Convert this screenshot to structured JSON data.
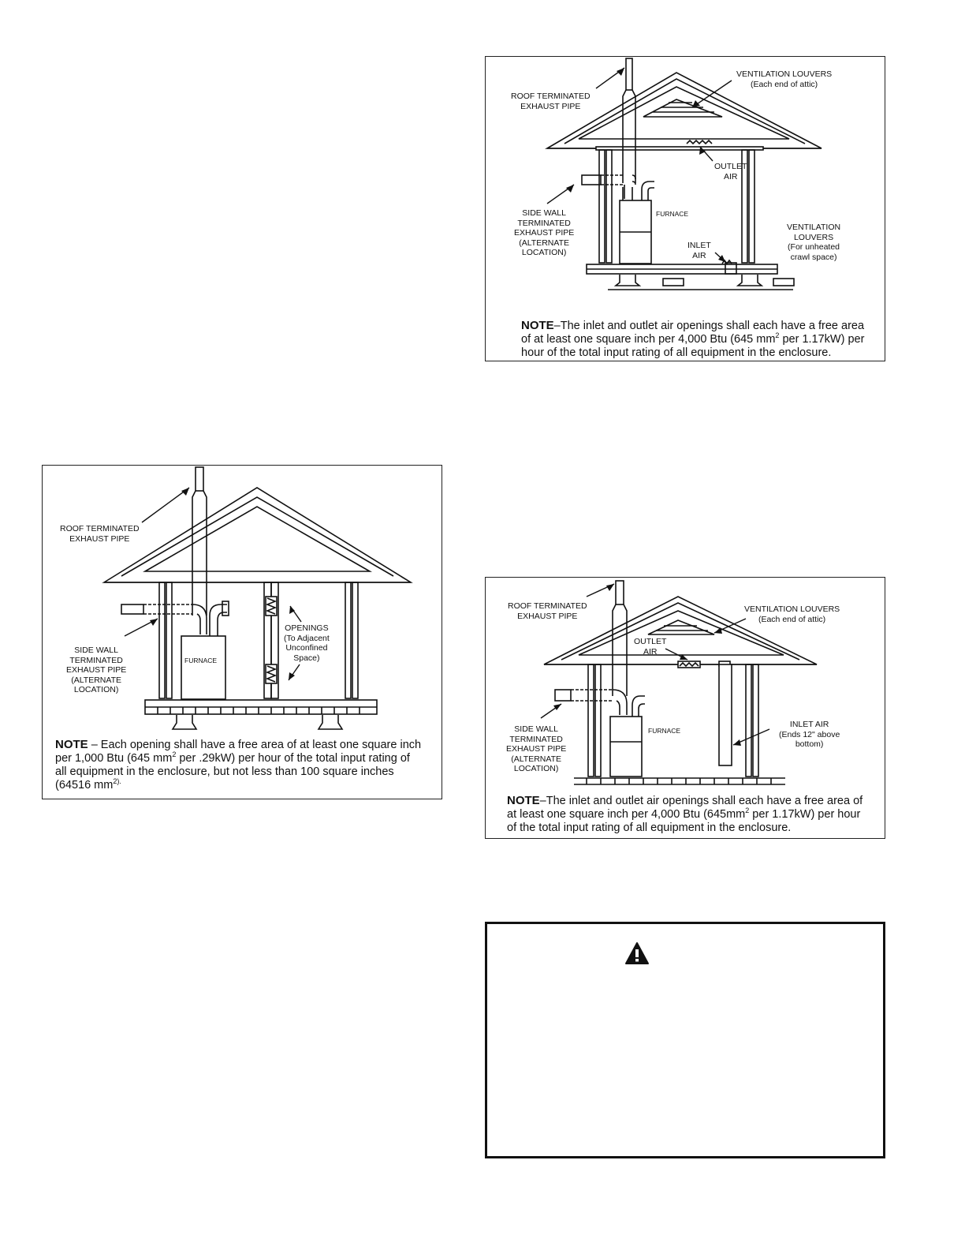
{
  "figure_top": {
    "roof_exhaust": [
      "ROOF TERMINATED",
      "EXHAUST PIPE"
    ],
    "vent_louvers": [
      "VENTILATION LOUVERS",
      "(Each end of attic)"
    ],
    "outlet_air": [
      "OUTLET",
      "AIR"
    ],
    "side_wall": [
      "SIDE WALL",
      "TERMINATED",
      "EXHAUST PIPE",
      "(ALTERNATE",
      "LOCATION)"
    ],
    "furnace": "FURNACE",
    "inlet_air": [
      "INLET",
      "AIR"
    ],
    "crawl_louvers": [
      "VENTILATION",
      "LOUVERS",
      "(For unheated",
      "crawl space)"
    ],
    "note_label": "NOTE",
    "note_line1": "–The inlet and outlet air openings shall each have a free area",
    "note_line2a": "of at least one square inch per 4,000 Btu (645 mm",
    "note_sup": "2",
    "note_line2b": " per 1.17kW) per",
    "note_line3": "hour of the total input rating of all equipment in the enclosure."
  },
  "figure_left": {
    "roof_exhaust": [
      "ROOF TERMINATED",
      "EXHAUST PIPE"
    ],
    "openings": [
      "OPENINGS",
      "(To Adjacent",
      "Unconfined",
      "Space)"
    ],
    "side_wall": [
      "SIDE WALL",
      "TERMINATED",
      "EXHAUST PIPE",
      "(ALTERNATE",
      "LOCATION)"
    ],
    "furnace": "FURNACE",
    "note_label": "NOTE",
    "note_line1": " – Each opening shall have a free area of at least one square inch",
    "note_line2a": "per 1,000 Btu (645 mm",
    "note_sup": "2",
    "note_line2b": "  per .29kW)  per hour of the total input rating of",
    "note_line3": "all equipment in the enclosure, but not less than 100 square inches",
    "note_line4a": "(64516 mm",
    "note_sup2": "2).",
    "note_line4b": ""
  },
  "figure_bottom": {
    "roof_exhaust": [
      "ROOF TERMINATED",
      "EXHAUST PIPE"
    ],
    "vent_louvers": [
      "VENTILATION LOUVERS",
      "(Each end of attic)"
    ],
    "outlet_air": [
      "OUTLET",
      "AIR"
    ],
    "side_wall": [
      "SIDE WALL",
      "TERMINATED",
      "EXHAUST PIPE",
      "(ALTERNATE",
      "LOCATION)"
    ],
    "furnace": "FURNACE",
    "inlet_air": [
      "INLET AIR",
      "(Ends 12\" above",
      "bottom)"
    ],
    "note_label": "NOTE",
    "note_line1": "–The inlet and outlet air openings shall each have a free area of",
    "note_line2a": "at least one square inch per 4,000 Btu (645mm",
    "note_sup": "2",
    "note_line2b": " per 1.17kW) per hour",
    "note_line3": "of the total input rating of all equipment in the enclosure."
  },
  "warning": {
    "icon": "warning-triangle-icon"
  }
}
